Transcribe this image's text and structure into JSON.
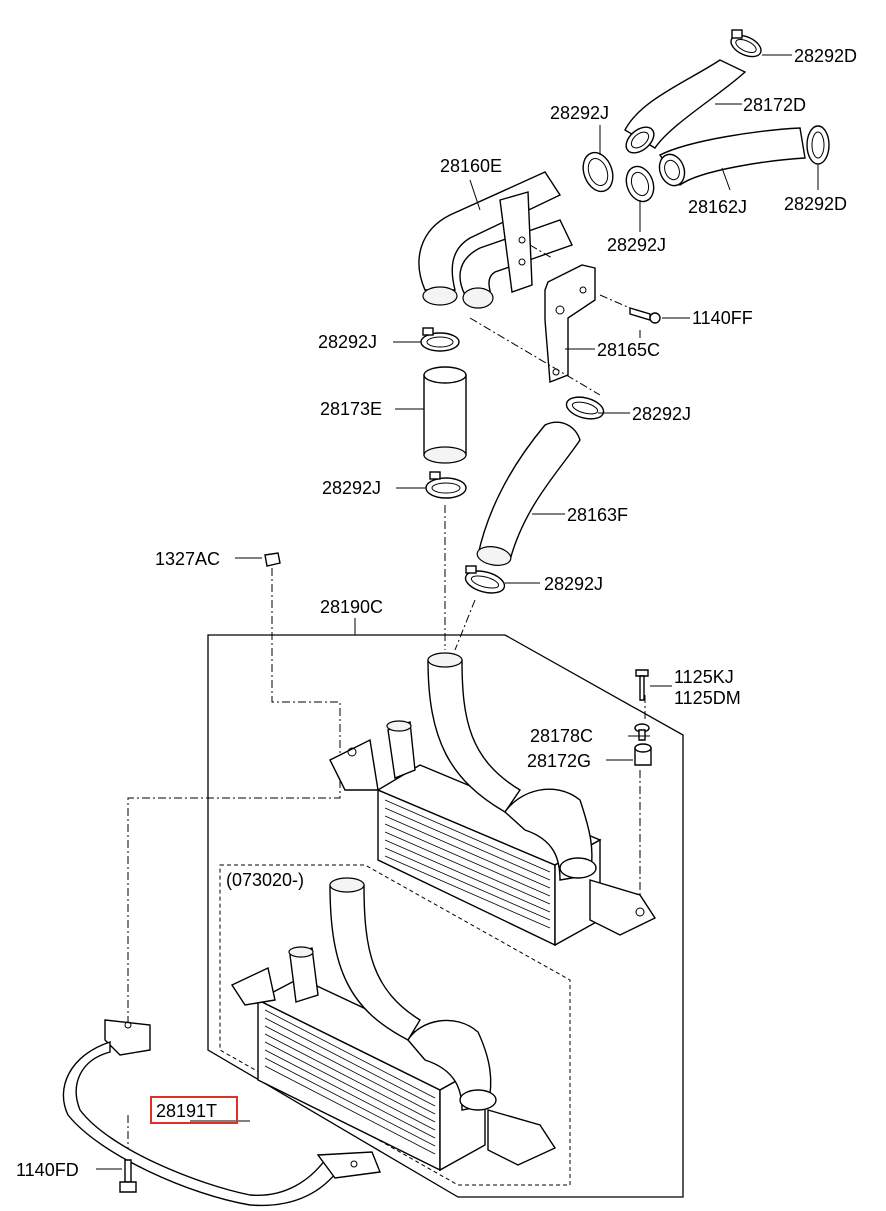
{
  "labels": {
    "p28292D_a": "28292D",
    "p28172D": "28172D",
    "p28292J_a": "28292J",
    "p28160E": "28160E",
    "p28162J": "28162J",
    "p28292D_b": "28292D",
    "p28292J_b": "28292J",
    "p1140FF": "1140FF",
    "p28292J_c": "28292J",
    "p28165C": "28165C",
    "p28173E": "28173E",
    "p28292J_d": "28292J",
    "p28292J_e": "28292J",
    "p28163F": "28163F",
    "p1327AC": "1327AC",
    "p28292J_f": "28292J",
    "p28190C": "28190C",
    "p1125KJ": "1125KJ",
    "p1125DM": "1125DM",
    "p28178C": "28178C",
    "p28172G": "28172G",
    "p073020": "(073020-)",
    "p28191T": "28191T",
    "p1140FD": "1140FD"
  },
  "highlight_color": "#e0302a",
  "line_color": "#000000"
}
